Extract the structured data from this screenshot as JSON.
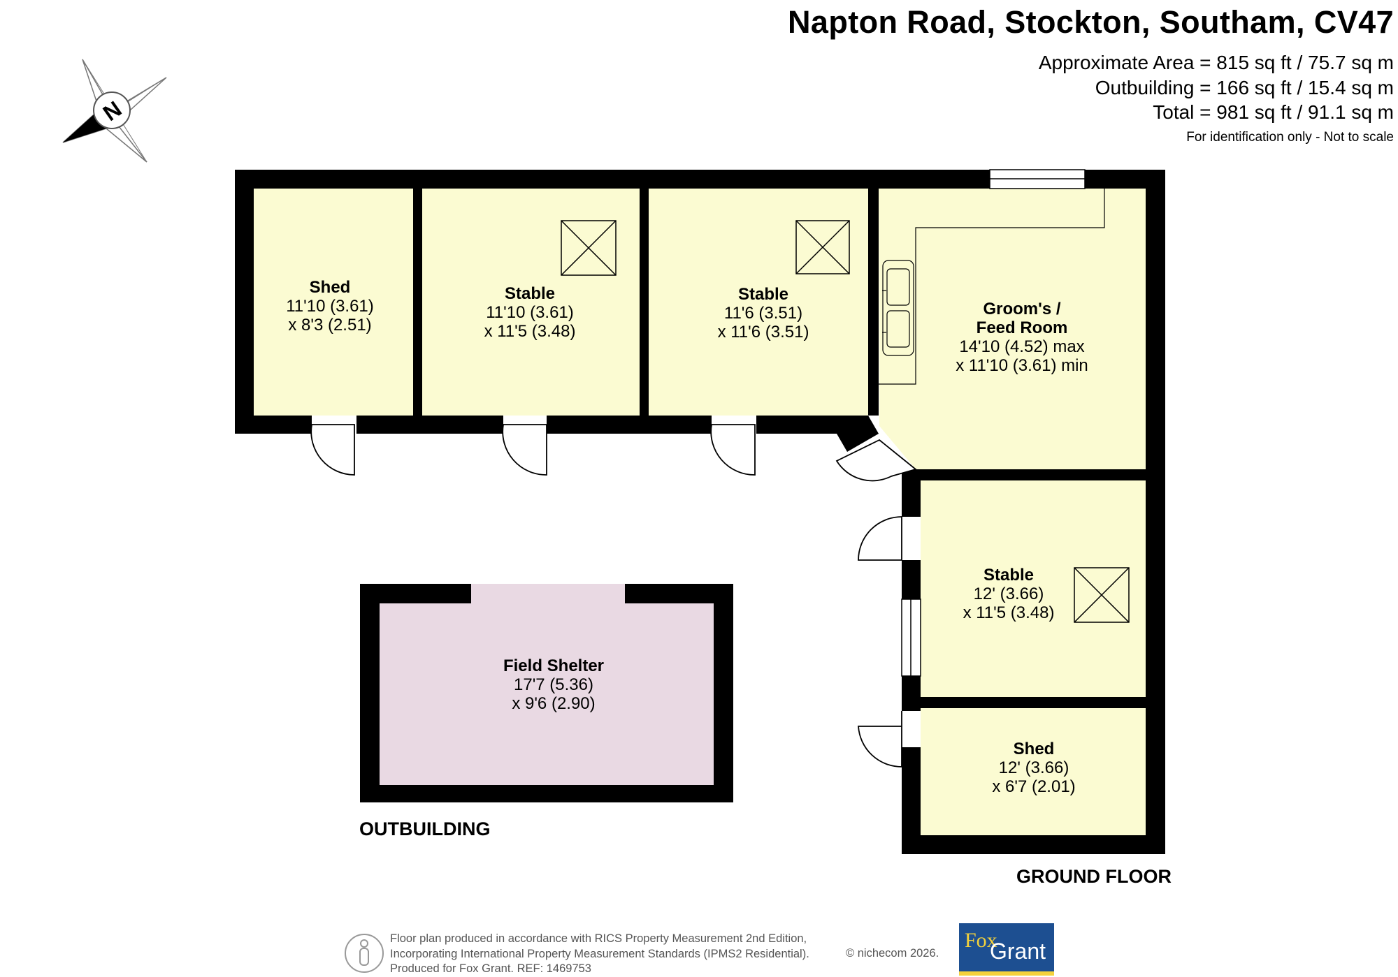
{
  "header": {
    "title": "Napton Road, Stockton, Southam, CV47",
    "areas": [
      "Approximate Area = 815 sq ft / 75.7 sq m",
      "Outbuilding = 166 sq ft / 15.4 sq m",
      "Total = 981 sq ft / 91.1 sq m"
    ],
    "note": "For identification only - Not to scale"
  },
  "compass": {
    "letter": "N"
  },
  "rooms": [
    {
      "name": "Shed",
      "dims": [
        "11'10 (3.61)",
        "x 8'3 (2.51)"
      ]
    },
    {
      "name": "Stable",
      "dims": [
        "11'10 (3.61)",
        "x 11'5 (3.48)"
      ]
    },
    {
      "name": "Stable",
      "dims": [
        "11'6 (3.51)",
        "x 11'6 (3.51)"
      ]
    },
    {
      "name_lines": [
        "Groom's /",
        "Feed Room"
      ],
      "dims": [
        "14'10 (4.52) max",
        "x 11'10 (3.61) min"
      ]
    },
    {
      "name": "Stable",
      "dims": [
        "12' (3.66)",
        "x 11'5 (3.48)"
      ]
    },
    {
      "name": "Shed",
      "dims": [
        "12' (3.66)",
        "x 6'7 (2.01)"
      ]
    },
    {
      "name": "Field Shelter",
      "dims": [
        "17'7 (5.36)",
        "x 9'6 (2.90)"
      ]
    }
  ],
  "floor_labels": {
    "outbuilding": "OUTBUILDING",
    "ground_floor": "GROUND FLOOR"
  },
  "footer": {
    "lines": [
      "Floor plan produced in accordance with RICS Property Measurement 2nd Edition,",
      "Incorporating International Property Measurement Standards (IPMS2 Residential).",
      "Produced for Fox Grant.   REF:      1469753"
    ],
    "copyright": "© nichecom 2026.",
    "logo_fox": "Fox",
    "logo_grant": "Grant"
  },
  "colors": {
    "room_fill": "#fbfbd2",
    "outbuilding_fill": "#e9d9e3",
    "wall": "#000000",
    "logo_blue": "#1d4f91",
    "logo_yellow": "#f4d23c"
  }
}
